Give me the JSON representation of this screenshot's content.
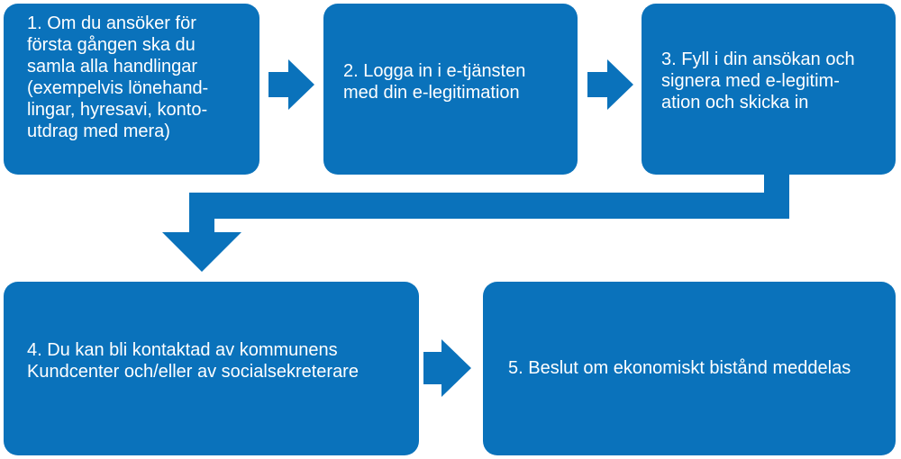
{
  "colors": {
    "box": "#0a72bb",
    "arrow": "#0a72bb",
    "text": "#ffffff"
  },
  "steps": [
    {
      "text": "1. Om du ansöker för\nförsta gången ska du\nsamla alla handlingar\n(exempelvis lönehand-\nlingar, hyresavi, konto-\nutdrag med mera)"
    },
    {
      "text": "2. Logga in i e-tjänsten\nmed din e-legitimation"
    },
    {
      "text": "3. Fyll i din ansökan och\nsignera med e-legitim-\nation och skicka in"
    },
    {
      "text": "4. Du kan bli kontaktad av kommunens\nKundcenter och/eller av socialsekreterare"
    },
    {
      "text": "5. Beslut om ekonomiskt bistånd meddelas"
    }
  ]
}
